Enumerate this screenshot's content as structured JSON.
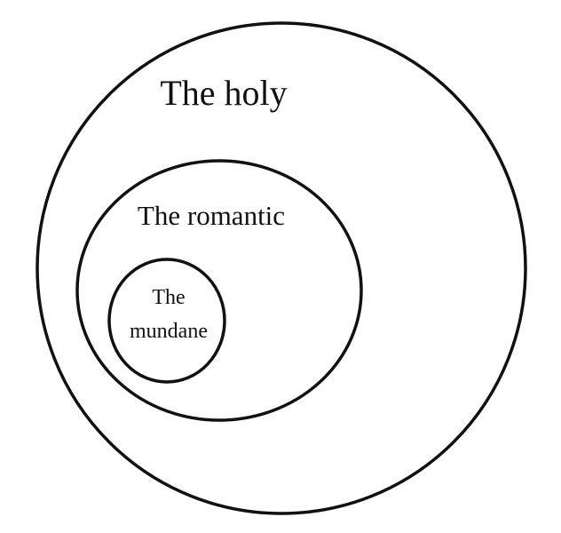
{
  "diagram": {
    "outer": {
      "label": "The holy"
    },
    "middle": {
      "label": "The romantic"
    },
    "inner": {
      "label_line1": "The",
      "label_line2": "mundane"
    },
    "stroke_color": "#111111",
    "background": "#ffffff"
  }
}
